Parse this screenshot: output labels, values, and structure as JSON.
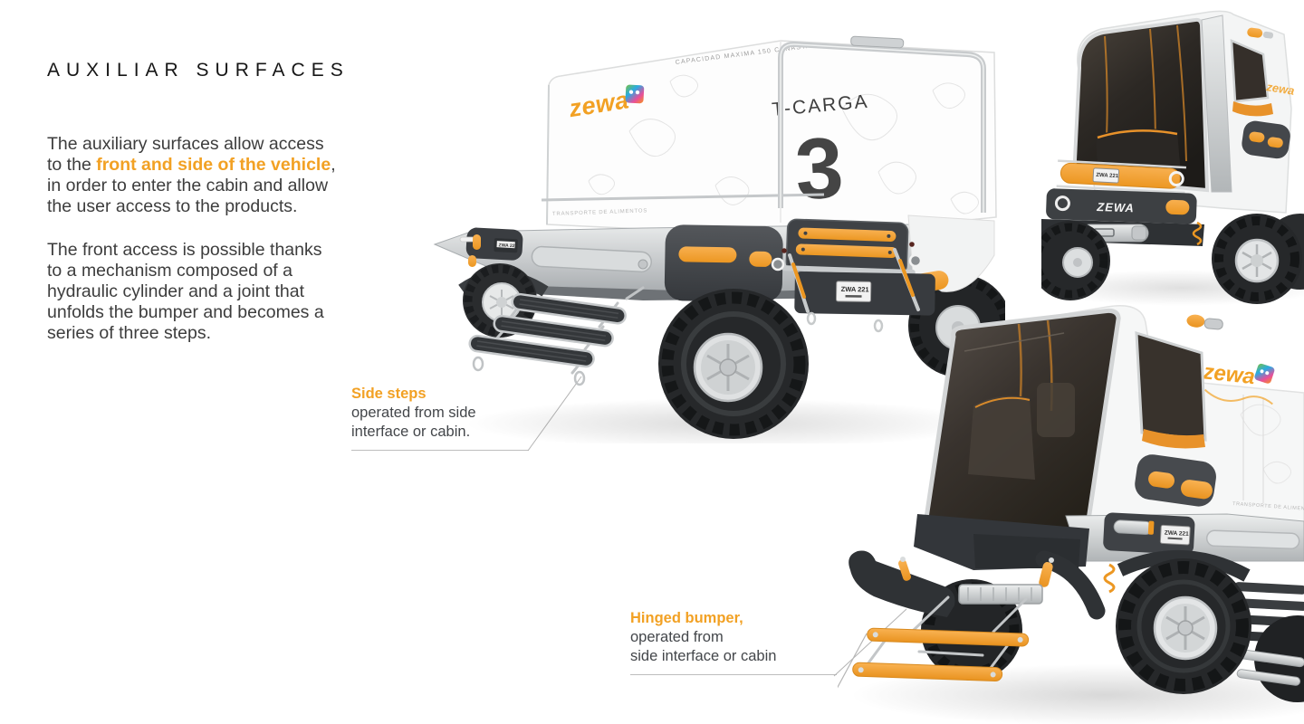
{
  "page": {
    "title": "AUXILIAR SURFACES"
  },
  "intro": {
    "p1_before": "The auxiliary surfaces allow access to the ",
    "p1_highlight": "front and side of the vehicle",
    "p1_after": ", in order to enter the cabin and allow the user access to the products.",
    "p2": "The front access is possible thanks to a mechanism composed of a hydraulic cylinder and a joint that unfolds the bumper and becomes a series of three steps."
  },
  "callouts": {
    "side_steps": {
      "title": "Side steps",
      "line1": "operated from side",
      "line2": "interface or cabin."
    },
    "hinged_bumper": {
      "title": "Hinged bumper,",
      "line1": "operated from",
      "line2": "side interface or cabin"
    }
  },
  "vehicle": {
    "brand_script": "zewa",
    "brand_bumper": "ZEWA",
    "model_label": "T-CARGA",
    "unit_number": "3",
    "top_caption": "CAPACIDAD MAXIMA 150 CANASTAS",
    "side_caption": "TRANSPORTE DE ALIMENTOS",
    "license_plate": "ZWA 221"
  },
  "colors": {
    "accent_orange": "#F2A124",
    "vehicle_orange": "#F5A53F",
    "body_dark": "#3F4246",
    "silver": "#C9CCCE",
    "text_dark": "#3D3D3D"
  }
}
